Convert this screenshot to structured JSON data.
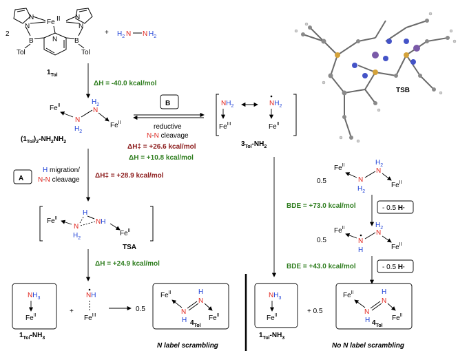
{
  "reactants": {
    "coefficient": "2",
    "plus": "+",
    "fe_label": "Fe",
    "fe_ox": "II",
    "boron": "B",
    "tol": "Tol",
    "compound_label": "1",
    "compound_sub": "Tol",
    "hydrazine_left": "H2N",
    "hydrazine_right": "NH2"
  },
  "dh1": "ΔH = -40.0 kcal/mol",
  "bridged": {
    "fe": "Fe",
    "ox": "II",
    "n": "N",
    "h2": "H2",
    "label": "(1Tol)2-NH2NH2"
  },
  "path_b": {
    "box": "B",
    "line1": "reductive",
    "line2": "N-N cleavage",
    "dh_ts": "ΔH‡ = +26.6 kcal/mol",
    "dh": "ΔH = +10.8 kcal/mol"
  },
  "nh2_complex": {
    "nh2": "NH2",
    "fe": "Fe",
    "ox_left": "III",
    "ox_right": "II",
    "label": "3Tol-NH2"
  },
  "tsb": "TSB",
  "path_a": {
    "box": "A",
    "line1": "H migration/",
    "line2": "N-N cleavage",
    "dh_ts": "ΔH‡ = +28.9 kcal/mol"
  },
  "tsa": {
    "fe": "Fe",
    "ox": "II",
    "h": "H",
    "n": "N",
    "h2": "H2",
    "nh": "NH",
    "label": "TSA"
  },
  "dh2": "ΔH = +24.9 kcal/mol",
  "right_column": {
    "half": "0.5",
    "bde1": "BDE = +73.0 kcal/mol",
    "minus_h": "- 0.5 H·",
    "bde2": "BDE = +43.0 kcal/mol"
  },
  "products_left": {
    "nh3": "NH3",
    "fe": "Fe",
    "ox": "II",
    "ox3": "III",
    "nh": "NH",
    "label": "1Tol-NH3",
    "plus": "+",
    "half": "0.5",
    "diazene_label": "4Tol",
    "caption": "N label scrambling"
  },
  "products_right": {
    "plus": "+ 0.5",
    "caption": "No N label scrambling"
  }
}
